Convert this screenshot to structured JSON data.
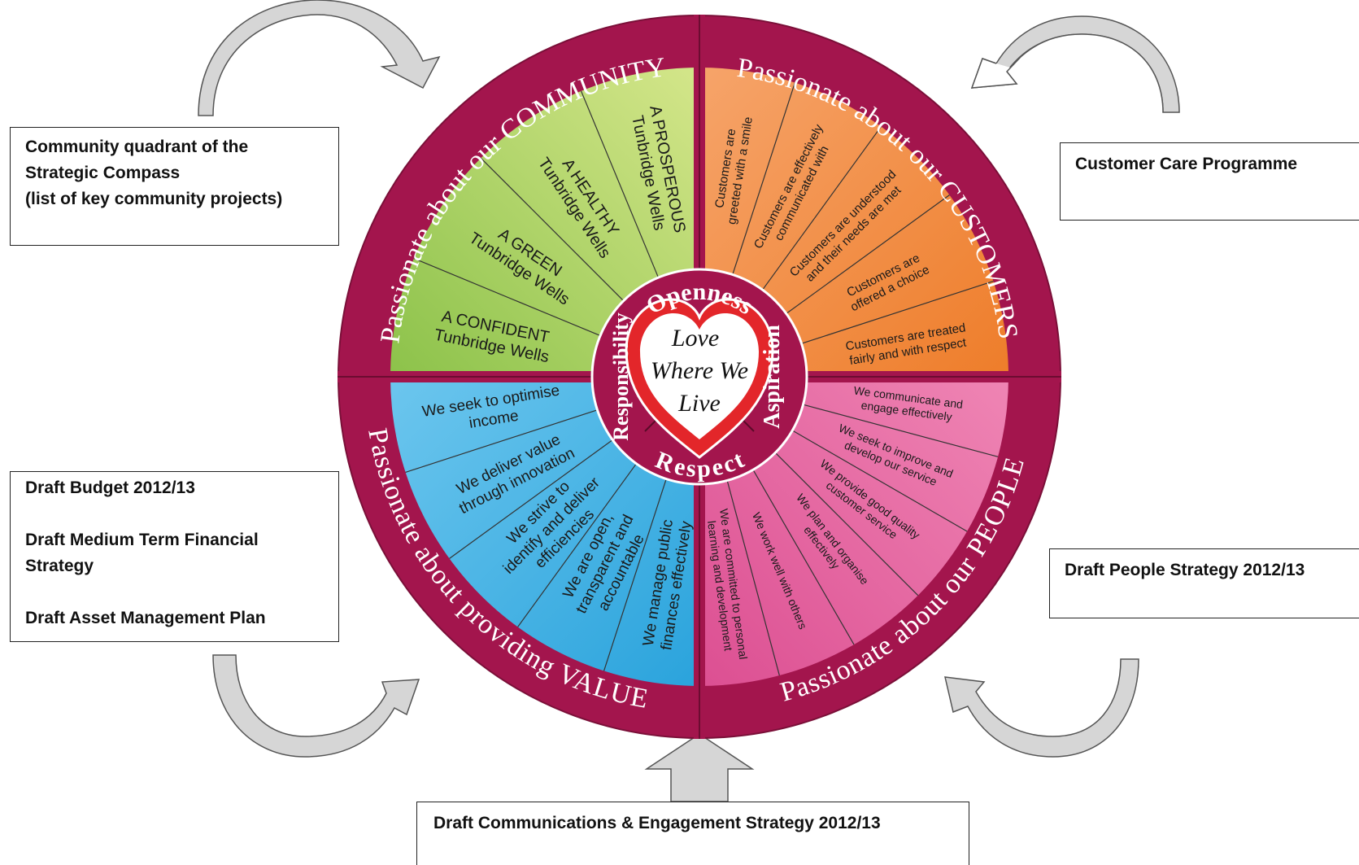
{
  "ring": {
    "community": "Passionate about our COMMUNITY",
    "customers": "Passionate about our CUSTOMERS",
    "value": "Passionate about providing VALUE",
    "people": "Passionate about our PEOPLE"
  },
  "values": {
    "top": "Openness",
    "right": "Aspiration",
    "bottom": "Respect",
    "left": "Responsibility"
  },
  "heart": {
    "line1": "Love",
    "line2": "Where We",
    "line3": "Live"
  },
  "community_items": [
    [
      "A CONFIDENT",
      "Tunbridge Wells"
    ],
    [
      "A GREEN",
      "Tunbridge Wells"
    ],
    [
      "A HEALTHY",
      "Tunbridge Wells"
    ],
    [
      "A PROSPEROUS",
      "Tunbridge Wells"
    ]
  ],
  "customer_items": [
    [
      "Customers are",
      "greeted with a smile"
    ],
    [
      "Customers are effectively",
      "communicated with"
    ],
    [
      "Customers are understood",
      "and their needs are met"
    ],
    [
      "Customers are",
      "offered a choice"
    ],
    [
      "Customers are treated",
      "fairly and with respect"
    ]
  ],
  "value_items": [
    [
      "We manage public",
      "finances effectively"
    ],
    [
      "We are open,",
      "transparent and",
      "accountable"
    ],
    [
      "We strive to",
      "identify and deliver",
      "efficiencies"
    ],
    [
      "We deliver value",
      "through innovation"
    ],
    [
      "We seek to optimise",
      "income"
    ]
  ],
  "people_items": [
    [
      "We communicate and",
      "engage effectively"
    ],
    [
      "We seek to improve and",
      "develop our service"
    ],
    [
      "We provide good quality",
      "customer service"
    ],
    [
      "We plan and organise",
      "effectively"
    ],
    [
      "We work well with others"
    ],
    [
      "We are committed to personal",
      "learning and development"
    ]
  ],
  "boxes": {
    "community": [
      "Community quadrant of the",
      "Strategic Compass",
      "(list of key community projects)"
    ],
    "customers": [
      "Customer Care Programme"
    ],
    "value": [
      "Draft Budget 2012/13",
      "",
      "Draft Medium Term Financial",
      "Strategy",
      "",
      "Draft Asset Management Plan"
    ],
    "people": [
      "Draft People Strategy 2012/13"
    ],
    "comms": [
      "Draft Communications & Engagement Strategy 2012/13"
    ]
  },
  "colors": {
    "ring": "#a3154d",
    "community": "#a9d05e",
    "customers": "#f08a3e",
    "value": "#45b3e3",
    "people": "#e2629c",
    "heart": "#e3262a",
    "arrow_fill": "#d6d6d6"
  }
}
